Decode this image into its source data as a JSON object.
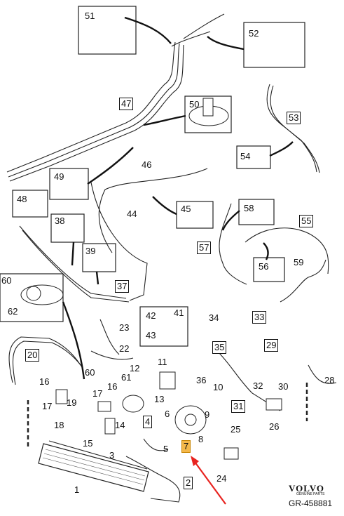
{
  "callouts": [
    {
      "text": "51",
      "boxed": false
    },
    {
      "text": "52",
      "boxed": false
    },
    {
      "text": "47",
      "boxed": true
    },
    {
      "text": "50",
      "boxed": false
    },
    {
      "text": "53",
      "boxed": true
    },
    {
      "text": "54",
      "boxed": false
    },
    {
      "text": "49",
      "boxed": false
    },
    {
      "text": "46",
      "boxed": false
    },
    {
      "text": "48",
      "boxed": false
    },
    {
      "text": "44",
      "boxed": false
    },
    {
      "text": "45",
      "boxed": false
    },
    {
      "text": "58",
      "boxed": false
    },
    {
      "text": "55",
      "boxed": true
    },
    {
      "text": "57",
      "boxed": true
    },
    {
      "text": "38",
      "boxed": false
    },
    {
      "text": "39",
      "boxed": false
    },
    {
      "text": "56",
      "boxed": false
    },
    {
      "text": "59",
      "boxed": false
    },
    {
      "text": "37",
      "boxed": true
    },
    {
      "text": "60",
      "boxed": false
    },
    {
      "text": "62",
      "boxed": false
    },
    {
      "text": "42",
      "boxed": false
    },
    {
      "text": "41",
      "boxed": false
    },
    {
      "text": "43",
      "boxed": false
    },
    {
      "text": "34",
      "boxed": false
    },
    {
      "text": "33",
      "boxed": true
    },
    {
      "text": "23",
      "boxed": false
    },
    {
      "text": "22",
      "boxed": false
    },
    {
      "text": "35",
      "boxed": true
    },
    {
      "text": "29",
      "boxed": true
    },
    {
      "text": "20",
      "boxed": true
    },
    {
      "text": "12",
      "boxed": false
    },
    {
      "text": "11",
      "boxed": false
    },
    {
      "text": "61",
      "boxed": false
    },
    {
      "text": "36",
      "boxed": false
    },
    {
      "text": "30",
      "boxed": false
    },
    {
      "text": "28",
      "boxed": false
    },
    {
      "text": "16",
      "boxed": false
    },
    {
      "text": "60",
      "boxed": false
    },
    {
      "text": "16",
      "boxed": false
    },
    {
      "text": "10",
      "boxed": false
    },
    {
      "text": "32",
      "boxed": false
    },
    {
      "text": "17",
      "boxed": false
    },
    {
      "text": "19",
      "boxed": false
    },
    {
      "text": "17",
      "boxed": false
    },
    {
      "text": "13",
      "boxed": false
    },
    {
      "text": "31",
      "boxed": true
    },
    {
      "text": "18",
      "boxed": false
    },
    {
      "text": "14",
      "boxed": false
    },
    {
      "text": "4",
      "boxed": true
    },
    {
      "text": "6",
      "boxed": false
    },
    {
      "text": "9",
      "boxed": false
    },
    {
      "text": "26",
      "boxed": false
    },
    {
      "text": "15",
      "boxed": false
    },
    {
      "text": "8",
      "boxed": false
    },
    {
      "text": "25",
      "boxed": false
    },
    {
      "text": "7",
      "boxed": true,
      "highlight": true
    },
    {
      "text": "5",
      "boxed": false
    },
    {
      "text": "3",
      "boxed": false
    },
    {
      "text": "2",
      "boxed": true
    },
    {
      "text": "24",
      "boxed": false
    },
    {
      "text": "1",
      "boxed": false
    }
  ],
  "brand": {
    "logo": "VOLVO",
    "sub": "GENUINE PARTS",
    "ref": "GR-458881"
  },
  "colors": {
    "line": "#222222",
    "highlight": "#f4b84a",
    "arrow": "#e8231f"
  }
}
